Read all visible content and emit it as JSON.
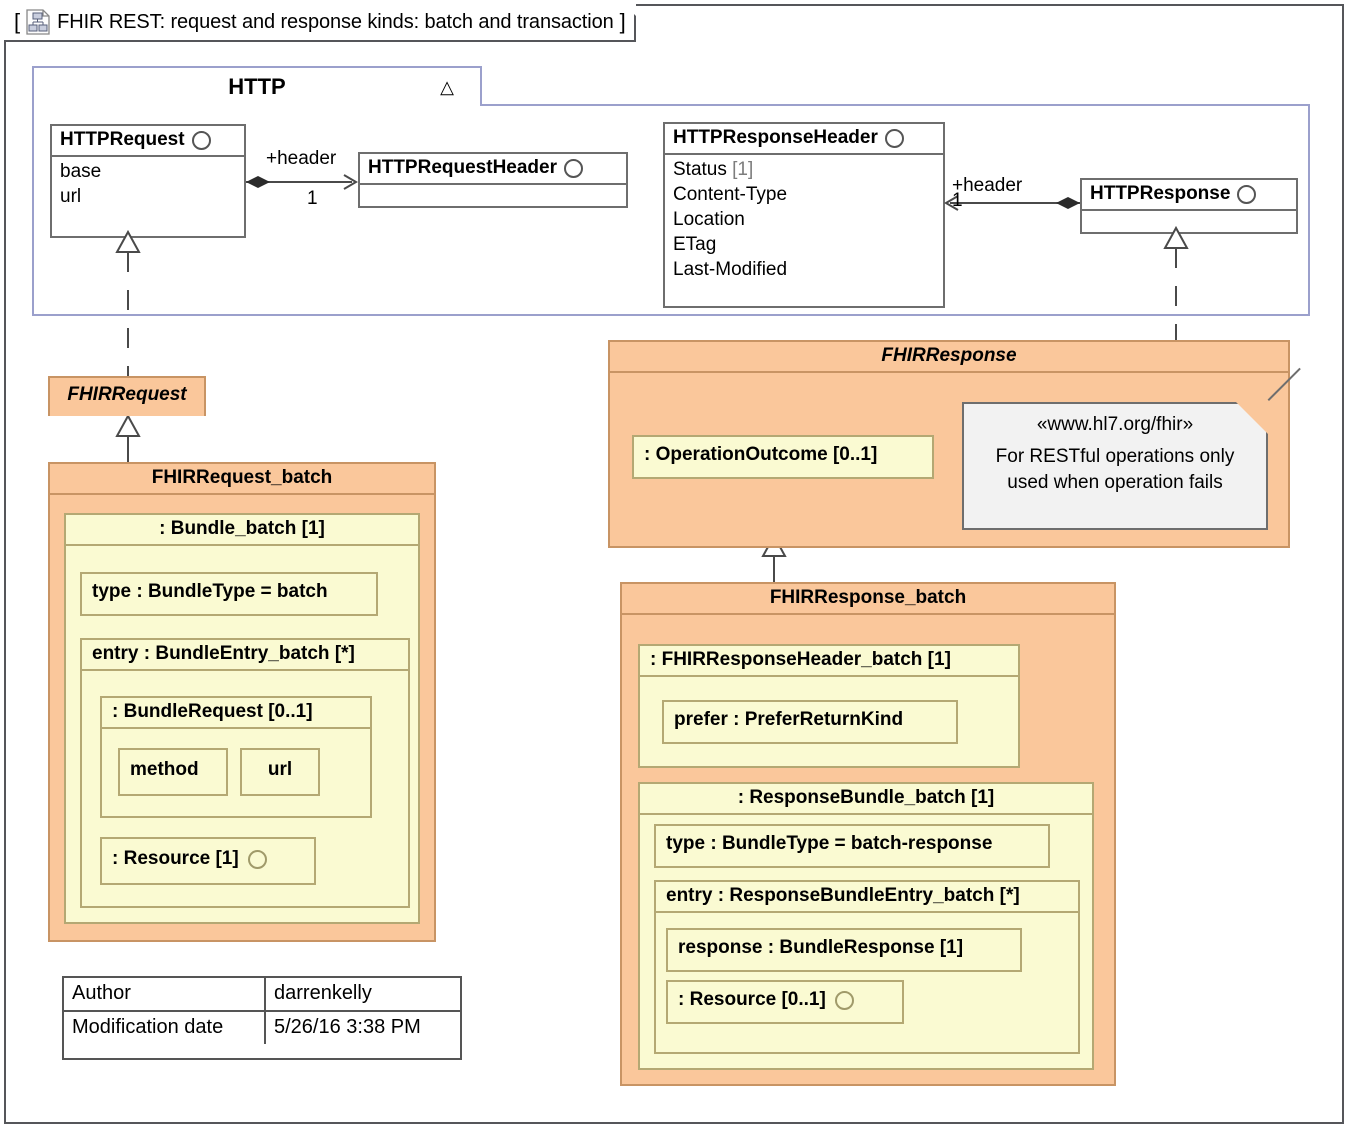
{
  "diagram": {
    "frame_title": "FHIR REST: request and response kinds: batch and transaction",
    "frame_icon": "class-diagram-icon",
    "open_bracket": "[",
    "close_bracket": "]"
  },
  "package": {
    "name": "HTTP",
    "collapse_icon": "triangle-up-icon"
  },
  "classes": {
    "http_request": {
      "name": "HTTPRequest",
      "attributes": [
        "base",
        "url"
      ],
      "ball_icon": "interface-ball-icon"
    },
    "http_request_header": {
      "name": "HTTPRequestHeader",
      "attributes": [],
      "ball_icon": "interface-ball-icon"
    },
    "http_response_header": {
      "name": "HTTPResponseHeader",
      "attributes": [
        "Status",
        "Content-Type",
        "Location",
        "ETag",
        "Last-Modified"
      ],
      "status_multiplicity": "[1]",
      "ball_icon": "interface-ball-icon"
    },
    "http_response": {
      "name": "HTTPResponse",
      "attributes": [],
      "ball_icon": "interface-ball-icon"
    }
  },
  "edges": {
    "request_header": {
      "role": "+header",
      "multiplicity": "1"
    },
    "response_header": {
      "role": "+header",
      "multiplicity": "1"
    }
  },
  "fhir_request": {
    "name": "FHIRRequest"
  },
  "fhir_request_batch": {
    "name": "FHIRRequest_batch",
    "bundle": {
      "title": ": Bundle_batch [1]",
      "type_prop": "type : BundleType = batch",
      "entry": {
        "title": "entry : BundleEntry_batch [*]",
        "bundle_request": {
          "title": ": BundleRequest [0..1]",
          "props": [
            "method",
            "url"
          ]
        },
        "resource": {
          "title": ": Resource [1]",
          "ball_icon": "interface-ball-icon"
        }
      }
    }
  },
  "fhir_response": {
    "name": "FHIRResponse",
    "operation_outcome": ": OperationOutcome [0..1]",
    "note": {
      "stereotype": "«www.hl7.org/fhir»",
      "line1": "For RESTful operations only",
      "line2": "used when operation fails"
    }
  },
  "fhir_response_batch": {
    "name": "FHIRResponse_batch",
    "header": {
      "title": ": FHIRResponseHeader_batch [1]",
      "prefer": "prefer : PreferReturnKind"
    },
    "bundle": {
      "title": ": ResponseBundle_batch [1]",
      "type_prop": "type : BundleType = batch-response",
      "entry": {
        "title": "entry : ResponseBundleEntry_batch [*]",
        "response": "response : BundleResponse [1]",
        "resource": {
          "title": ": Resource [0..1]",
          "ball_icon": "interface-ball-icon"
        }
      }
    }
  },
  "info_table": {
    "rows": [
      {
        "key": "Author",
        "value": "darrenkelly"
      },
      {
        "key": "Modification date",
        "value": "5/26/16 3:38 PM"
      }
    ]
  },
  "colors": {
    "orange_fill": "#FAC79B",
    "orange_border": "#C89464",
    "yellow_fill": "#FAFAD2",
    "yellow_border": "#B4A873",
    "package_border": "#9BA0CC",
    "frame_border": "#55565A",
    "note_fill": "#F2F2F2"
  }
}
